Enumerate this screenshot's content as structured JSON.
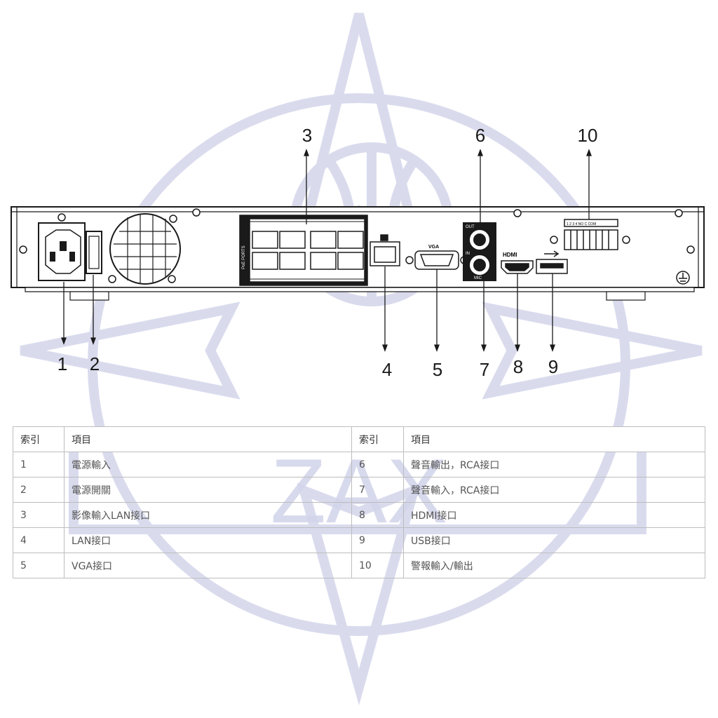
{
  "callouts": [
    {
      "n": "1"
    },
    {
      "n": "2"
    },
    {
      "n": "3"
    },
    {
      "n": "4"
    },
    {
      "n": "5"
    },
    {
      "n": "6"
    },
    {
      "n": "7"
    },
    {
      "n": "8"
    },
    {
      "n": "9"
    },
    {
      "n": "10"
    }
  ],
  "panel_labels": {
    "poe": "PoE PORTS",
    "vga": "VGA",
    "out": "OUT",
    "in": "IN",
    "mic": "MIC",
    "hdmi": "HDMI",
    "alarm": "1 2 3 4 NO C COM"
  },
  "watermark": "ZAX",
  "table": {
    "header": {
      "idx1": "索引",
      "item1": "項目",
      "idx2": "索引",
      "item2": "項目"
    },
    "rows": [
      {
        "i1": "1",
        "t1": "電源輸入",
        "i2": "6",
        "t2": "聲音輸出，RCA接口"
      },
      {
        "i1": "2",
        "t1": "電源開關",
        "i2": "7",
        "t2": "聲音輸入，RCA接口"
      },
      {
        "i1": "3",
        "t1": "影像輸入LAN接口",
        "i2": "8",
        "t2": "HDMI接口"
      },
      {
        "i1": "4",
        "t1": "LAN接口",
        "i2": "9",
        "t2": "USB接口"
      },
      {
        "i1": "5",
        "t1": "VGA接口",
        "i2": "10",
        "t2": "警報輸入/輸出"
      }
    ]
  },
  "colors": {
    "watermark": "#c9cbe6",
    "line": "#1a1a1a",
    "border": "#bdbdbd"
  }
}
